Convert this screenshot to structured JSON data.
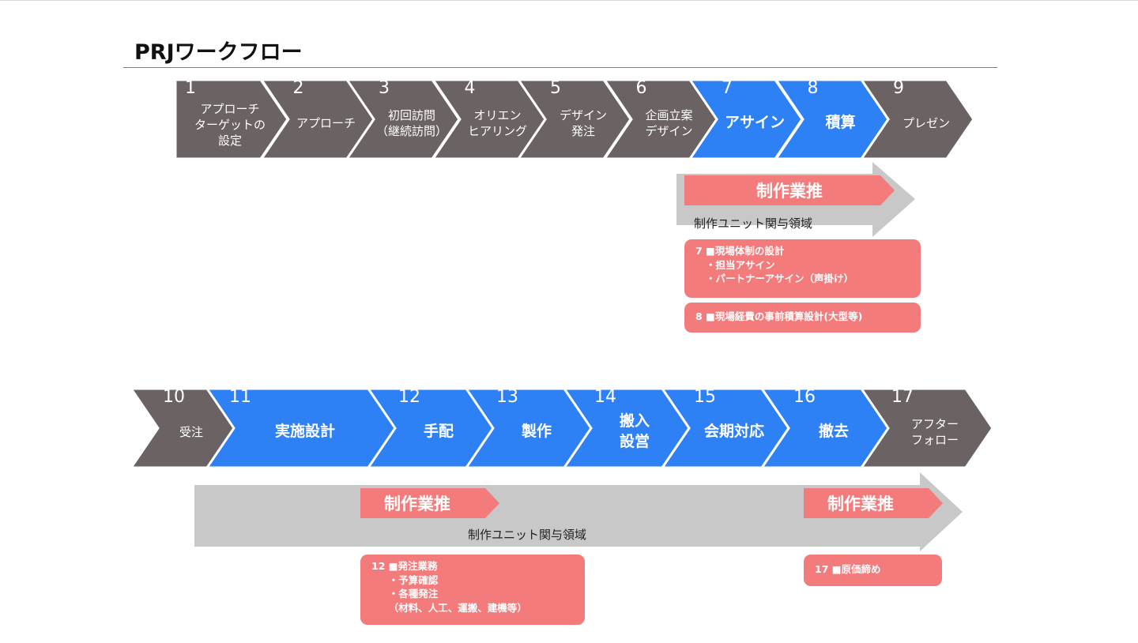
{
  "title": "PRJワークフロー",
  "colors": {
    "gray": "#6b6363",
    "blue": "#2e81f5",
    "band": "#c8c8c8",
    "pink": "#f47b7b"
  },
  "row1": [
    {
      "num": "1",
      "label": "アプローチ\nターゲットの\n設定",
      "color": "gray",
      "big": false
    },
    {
      "num": "2",
      "label": "アプローチ",
      "color": "gray",
      "big": false
    },
    {
      "num": "3",
      "label": "初回訪問\n（継続訪問）",
      "color": "gray",
      "big": false
    },
    {
      "num": "4",
      "label": "オリエン\nヒアリング",
      "color": "gray",
      "big": false
    },
    {
      "num": "5",
      "label": "デザイン\n発注",
      "color": "gray",
      "big": false
    },
    {
      "num": "6",
      "label": "企画立案\nデザイン",
      "color": "gray",
      "big": false
    },
    {
      "num": "7",
      "label": "アサイン",
      "color": "blue",
      "big": true
    },
    {
      "num": "8",
      "label": "積算",
      "color": "blue",
      "big": true
    },
    {
      "num": "9",
      "label": "プレゼン",
      "color": "gray",
      "big": false
    }
  ],
  "row2": [
    {
      "num": "10",
      "label": "受注",
      "color": "gray",
      "big": false
    },
    {
      "num": "11",
      "label": "実施設計",
      "color": "blue",
      "big": true
    },
    {
      "num": "12",
      "label": "手配",
      "color": "blue",
      "big": true
    },
    {
      "num": "13",
      "label": "製作",
      "color": "blue",
      "big": true
    },
    {
      "num": "14",
      "label": "搬入\n設営",
      "color": "blue",
      "big": true
    },
    {
      "num": "15",
      "label": "会期対応",
      "color": "blue",
      "big": true
    },
    {
      "num": "16",
      "label": "撤去",
      "color": "blue",
      "big": true
    },
    {
      "num": "17",
      "label": "アフター\nフォロー",
      "color": "gray",
      "big": false
    }
  ],
  "band1": {
    "tag": "制作業推",
    "label": "制作ユニット関与領域"
  },
  "band2": {
    "tag_left": "制作業推",
    "tag_right": "制作業推",
    "label": "制作ユニット関与領域"
  },
  "notes": {
    "n7": [
      "7 ■現場体制の設計",
      "   ・担当アサイン",
      "   ・パートナーアサイン（声掛け）"
    ],
    "n8": [
      "8 ■現場経費の事前積算設計(大型等)"
    ],
    "n12": [
      "12 ■発注業務",
      "     ・予算確認",
      "     ・各種発注",
      "     （材料、人工、運搬、建機等）"
    ],
    "n17": [
      "17 ■原価締め"
    ]
  }
}
